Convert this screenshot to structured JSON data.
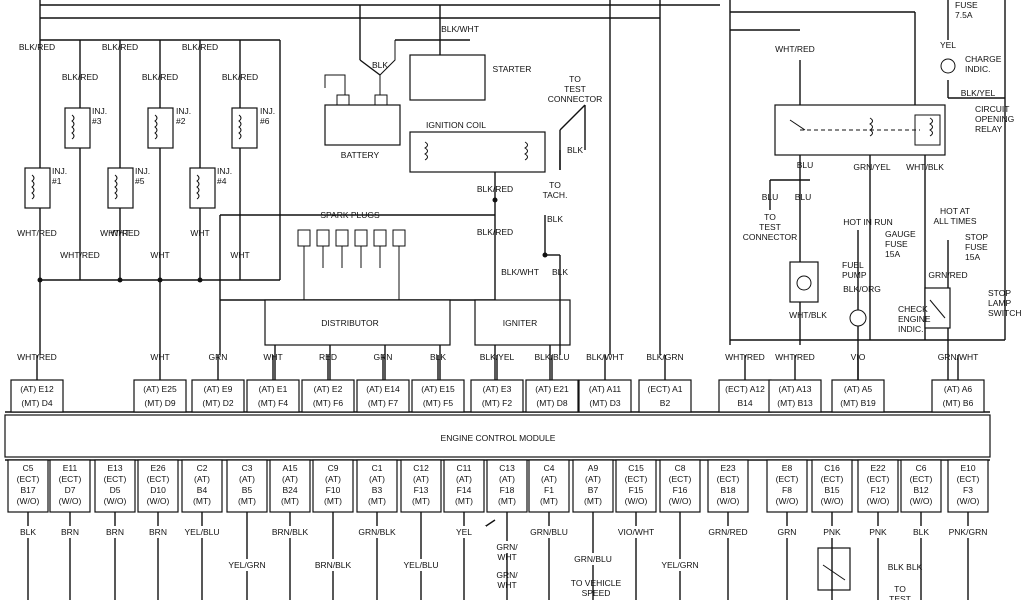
{
  "ecm_label": "ENGINE CONTROL MODULE",
  "top_labels": [
    {
      "id": "wl1",
      "text": "BLK/RED"
    },
    {
      "id": "wl2",
      "text": "BLK/RED"
    },
    {
      "id": "wl3",
      "text": "BLK/RED"
    },
    {
      "id": "wl4",
      "text": "BLK/RED"
    },
    {
      "id": "wl5",
      "text": "BLK/RED"
    },
    {
      "id": "wl6",
      "text": "BLK/RED"
    },
    {
      "id": "inj3",
      "text": "INJ.\n#3"
    },
    {
      "id": "inj2",
      "text": "INJ.\n#2"
    },
    {
      "id": "inj6",
      "text": "INJ.\n#6"
    },
    {
      "id": "inj1",
      "text": "INJ.\n#1"
    },
    {
      "id": "inj5",
      "text": "INJ.\n#5"
    },
    {
      "id": "inj4",
      "text": "INJ.\n#4"
    },
    {
      "id": "wr1",
      "text": "WHT/RED"
    },
    {
      "id": "wr2",
      "text": "WHT/RED"
    },
    {
      "id": "wh1",
      "text": "WHT"
    },
    {
      "id": "wh2",
      "text": "WHT"
    },
    {
      "id": "wr3",
      "text": "WHT/RED"
    },
    {
      "id": "wh3",
      "text": "WHT"
    },
    {
      "id": "wh4",
      "text": "WHT"
    }
  ],
  "components": {
    "battery": "BATTERY",
    "starter": "STARTER",
    "blk": "BLK",
    "blk_wht_top": "BLK/WHT",
    "ignition_coil": "IGNITION COIL",
    "spark_plugs": "SPARK PLUGS",
    "distributor": "DISTRIBUTOR",
    "igniter": "IGNITER",
    "to_test_connector_1": "TO\nTEST\nCONNECTOR",
    "to_tach": "TO\nTACH.",
    "blk_a": "BLK",
    "blk_b": "BLK",
    "blk_c": "BLK",
    "blk_red_a": "BLK/RED",
    "blk_red_b": "BLK/RED",
    "blk_wht_mid": "BLK/WHT",
    "fuse_75": "FUSE\n7.5A",
    "yel": "YEL",
    "charge_indic": "CHARGE\nINDIC.",
    "blk_yel": "BLK/YEL",
    "wht_red_r": "WHT/RED",
    "circuit_relay": "CIRCUIT\nOPENING\nRELAY",
    "blu": "BLU",
    "grn_yel": "GRN/YEL",
    "wht_blk": "WHT/BLK",
    "blu2": "BLU",
    "blu3": "BLU",
    "to_test_connector_2": "TO\nTEST\nCONNECTOR",
    "hot_in_run": "HOT IN RUN",
    "gauge_fuse": "GAUGE\nFUSE\n15A",
    "hot_at_all": "HOT AT\nALL TIMES",
    "stop_fuse": "STOP\nFUSE\n15A",
    "fuel_pump": "FUEL\nPUMP",
    "blk_org": "BLK/ORG",
    "check_engine": "CHECK\nENGINE\nINDIC.",
    "grn_red": "GRN/RED",
    "stop_lamp": "STOP\nLAMP\nSWITCH",
    "wht_blk2": "WHT/BLK"
  },
  "upper_pins": [
    {
      "wire": "WHT/RED",
      "a": "(AT) E12",
      "b": "(MT) D4"
    },
    {
      "wire": "WHT",
      "a": "(AT) E25",
      "b": "(MT) D9"
    },
    {
      "wire": "GRN",
      "a": "(AT) E9",
      "b": "(MT) D2"
    },
    {
      "wire": "WHT",
      "a": "(AT) E1",
      "b": "(MT) F4"
    },
    {
      "wire": "RED",
      "a": "(AT) E2",
      "b": "(MT) F6"
    },
    {
      "wire": "GRN",
      "a": "(AT) E14",
      "b": "(MT) F7"
    },
    {
      "wire": "BLK",
      "a": "(AT) E15",
      "b": "(MT) F5"
    },
    {
      "wire": "BLK/YEL",
      "a": "(AT) E3",
      "b": "(MT) F2"
    },
    {
      "wire": "BLK/BLU",
      "a": "(AT) E21",
      "b": "(MT) D8"
    },
    {
      "wire": "BLK/WHT",
      "a": "(AT) A11",
      "b": "(MT) D3"
    },
    {
      "wire": "BLK/GRN",
      "a": "(ECT) A1",
      "b": "B2"
    },
    {
      "wire": "WHT/RED",
      "a": "(ECT) A12",
      "b": "B14"
    },
    {
      "wire": "WHT/RED",
      "a": "(AT) A13",
      "b": "(MT) B13"
    },
    {
      "wire": "VIO",
      "a": "(AT) A5",
      "b": "(MT) B19"
    },
    {
      "wire": "GRN/WHT",
      "a": "(AT) A6",
      "b": "(MT) B6"
    }
  ],
  "lower_pins": [
    {
      "lines": [
        "C5",
        "(ECT)",
        "B17",
        "(W/O)"
      ],
      "wire": "BLK"
    },
    {
      "lines": [
        "E11",
        "(ECT)",
        "D7",
        "(W/O)"
      ],
      "wire": "BRN"
    },
    {
      "lines": [
        "E13",
        "(ECT)",
        "D5",
        "(W/O)"
      ],
      "wire": "BRN"
    },
    {
      "lines": [
        "E26",
        "(ECT)",
        "D10",
        "(W/O)"
      ],
      "wire": "BRN"
    },
    {
      "lines": [
        "C2",
        "(AT)",
        "B4",
        "(MT)"
      ],
      "wire": "YEL/BLU"
    },
    {
      "lines": [
        "C3",
        "(AT)",
        "B5",
        "(MT)"
      ],
      "wire": "YEL/GRN"
    },
    {
      "lines": [
        "A15",
        "(AT)",
        "B24",
        "(MT)"
      ],
      "wire": "BRN/BLK"
    },
    {
      "lines": [
        "C9",
        "(AT)",
        "F10",
        "(MT)"
      ],
      "wire": "BRN/BLK"
    },
    {
      "lines": [
        "C1",
        "(AT)",
        "B3",
        "(MT)"
      ],
      "wire": "GRN/BLK"
    },
    {
      "lines": [
        "C12",
        "(AT)",
        "F13",
        "(MT)"
      ],
      "wire": "YEL/BLU"
    },
    {
      "lines": [
        "C11",
        "(AT)",
        "F14",
        "(MT)"
      ],
      "wire": "YEL"
    },
    {
      "lines": [
        "C13",
        "(AT)",
        "F18",
        "(MT)"
      ],
      "wire": "GRN/\nWHT"
    },
    {
      "lines": [
        "C4",
        "(AT)",
        "F1",
        "(MT)"
      ],
      "wire": "GRN/BLU"
    },
    {
      "lines": [
        "A9",
        "(AT)",
        "B7",
        "(MT)"
      ],
      "wire": "GRN/BLU"
    },
    {
      "lines": [
        "C15",
        "(ECT)",
        "F15",
        "(W/O)"
      ],
      "wire": "VIO/WHT"
    },
    {
      "lines": [
        "C8",
        "(ECT)",
        "F16",
        "(W/O)"
      ],
      "wire": "YEL/GRN"
    },
    {
      "lines": [
        "E23",
        "(ECT)",
        "B18",
        "(W/O)"
      ],
      "wire": "GRN/RED"
    },
    {
      "lines": [
        "E8",
        "(ECT)",
        "F8",
        "(W/O)"
      ],
      "wire": "GRN"
    },
    {
      "lines": [
        "C16",
        "(ECT)",
        "B15",
        "(W/O)"
      ],
      "wire": "PNK"
    },
    {
      "lines": [
        "E22",
        "(ECT)",
        "F12",
        "(W/O)"
      ],
      "wire": "PNK"
    },
    {
      "lines": [
        "C6",
        "(ECT)",
        "B12",
        "(W/O)"
      ],
      "wire": "BLK"
    },
    {
      "lines": [
        "E10",
        "(ECT)",
        "F3",
        "(W/O)"
      ],
      "wire": "PNK/GRN"
    }
  ],
  "bottom_labels": {
    "grn_wht2": "GRN/\nWHT",
    "to_vehicle": "TO VEHICLE\nSPEED",
    "blk_blk": "BLK  BLK",
    "to_test": "TO\nTEST"
  }
}
